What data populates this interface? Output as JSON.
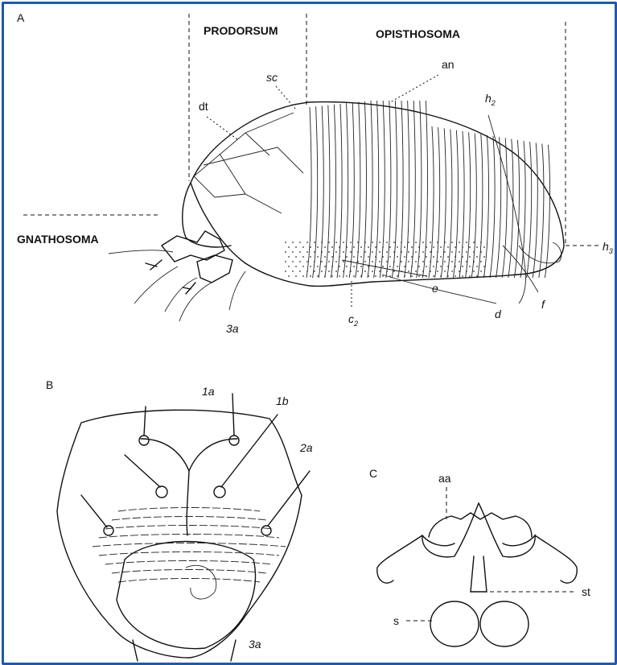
{
  "panels": {
    "a": "A",
    "b": "B",
    "c": "C"
  },
  "regions": {
    "prodorsum": "PRODORSUM",
    "opisthosoma": "OPISTHOSOMA",
    "gnathosoma": "GNATHOSOMA"
  },
  "labels_a": {
    "sc": "sc",
    "dt": "dt",
    "an": "an",
    "h2": "h",
    "h2_sub": "2",
    "h3": "h",
    "h3_sub": "3",
    "e": "e",
    "d": "d",
    "f": "f",
    "c2": "c",
    "c2_sub": "2",
    "three_a": "3a"
  },
  "labels_b": {
    "one_a": "1a",
    "one_b": "1b",
    "two_a": "2a",
    "three_a": "3a"
  },
  "labels_c": {
    "aa": "aa",
    "st": "st",
    "s": "s"
  },
  "colors": {
    "frame": "#1e5aa8",
    "ink": "#111111"
  }
}
